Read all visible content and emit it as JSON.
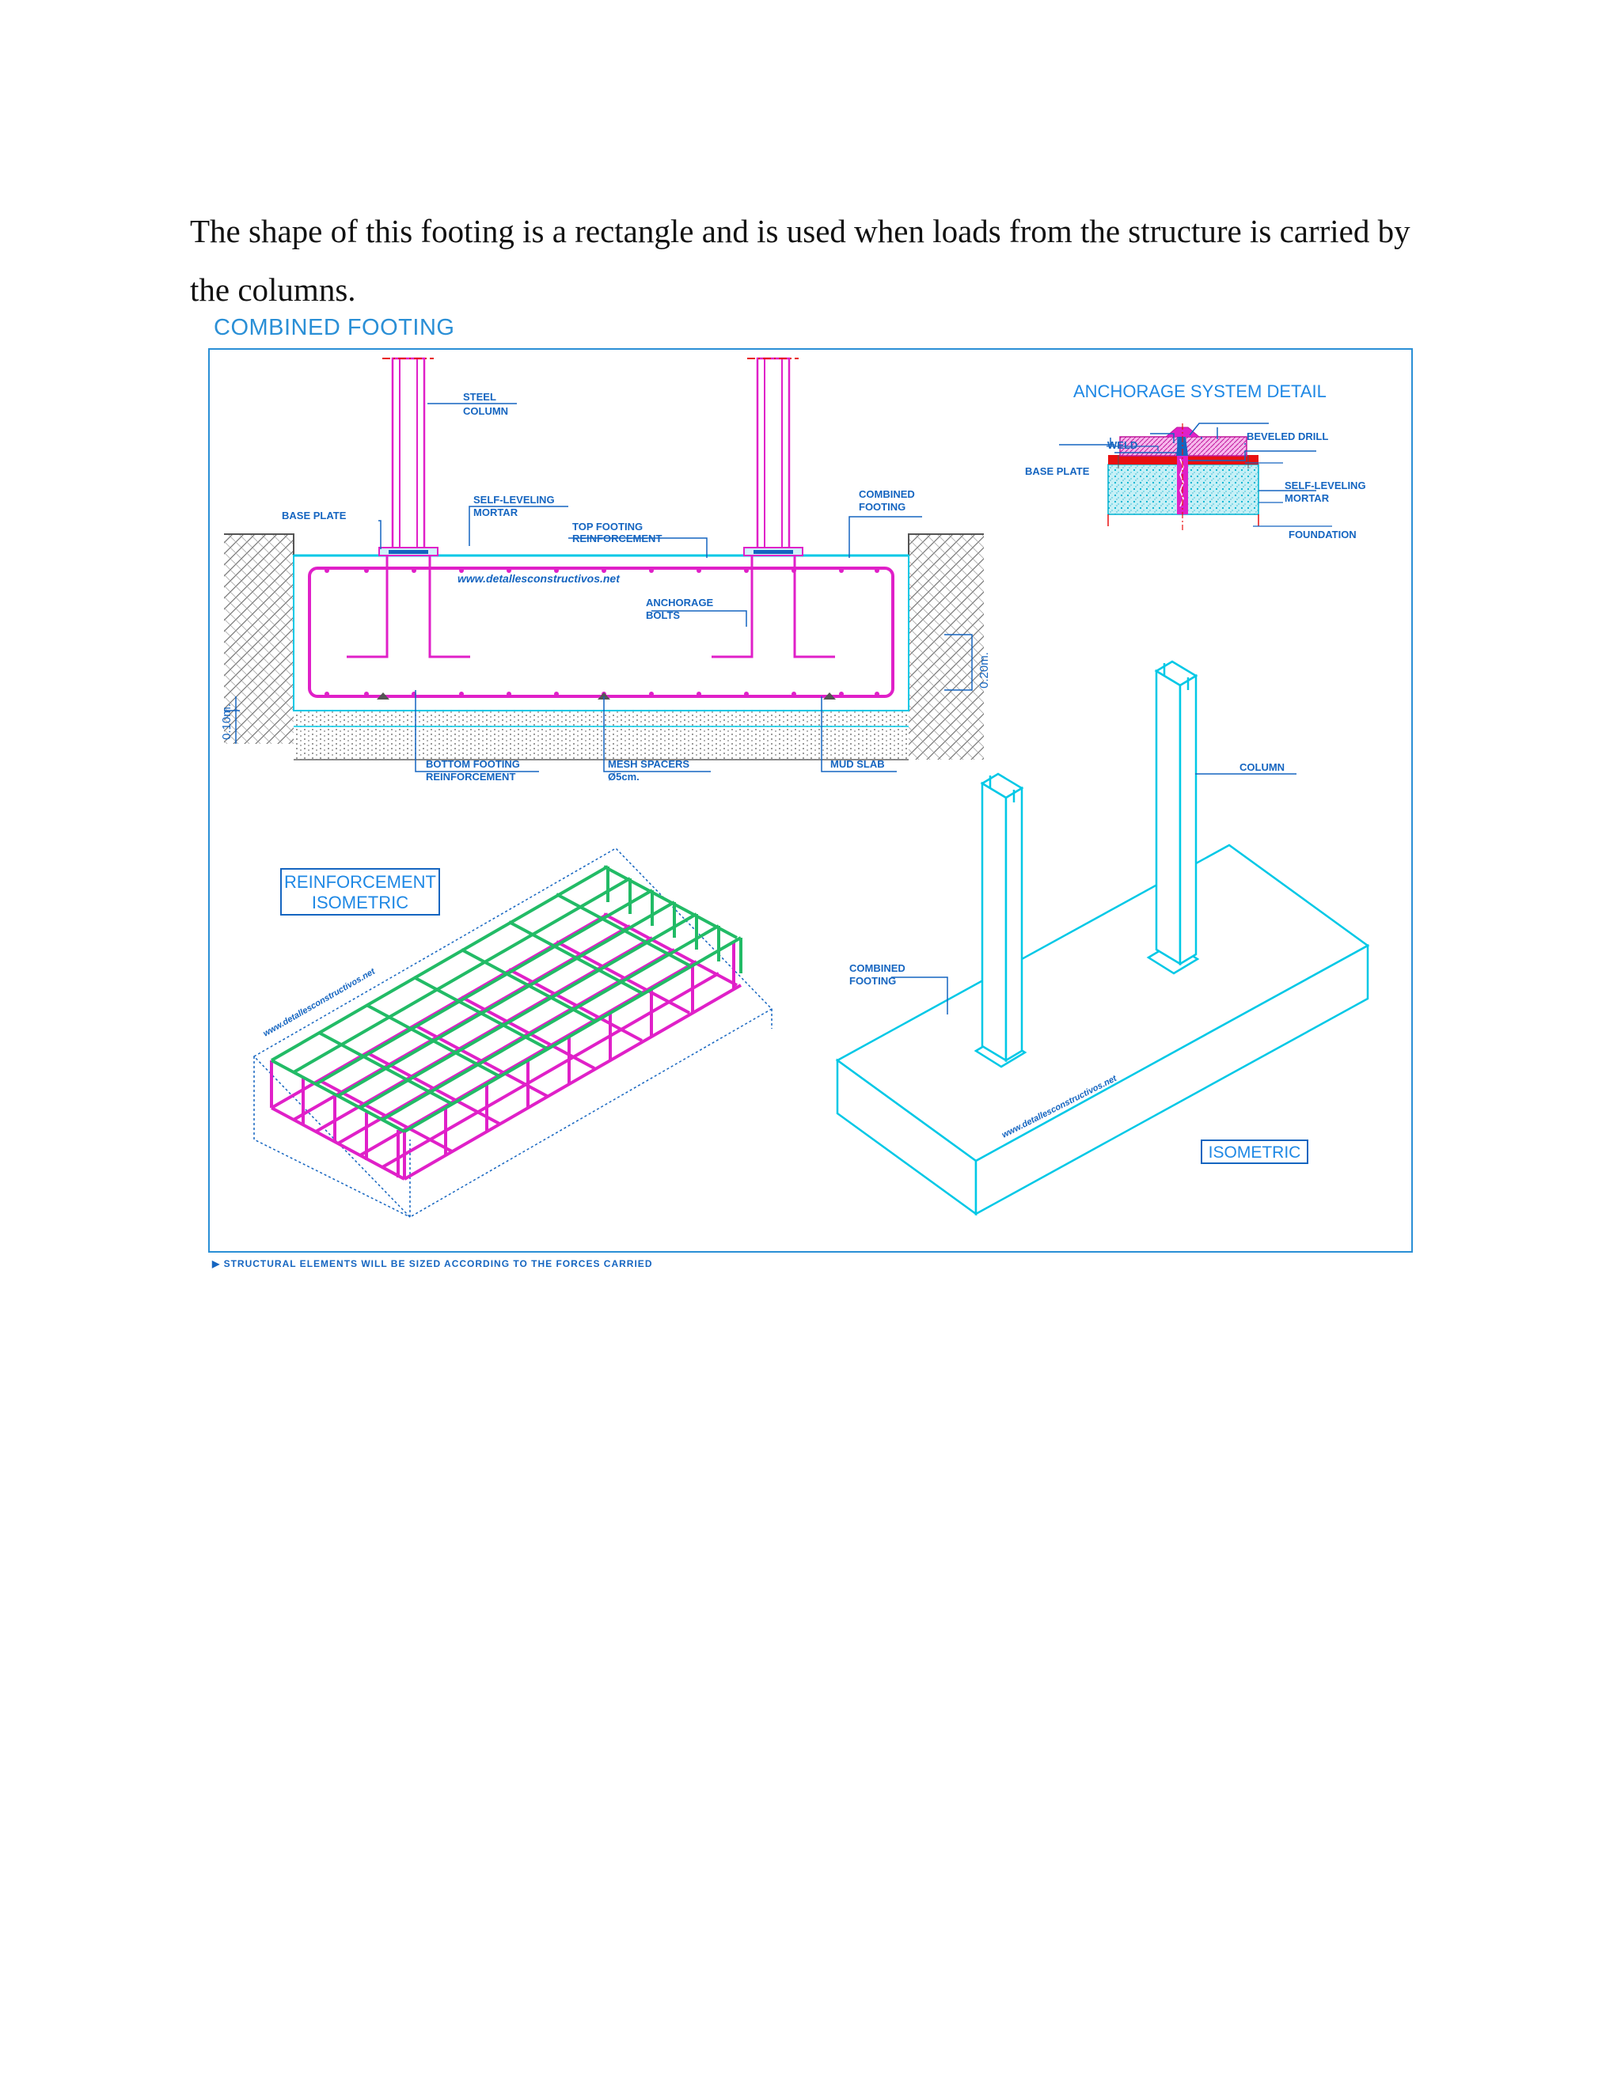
{
  "paragraph": "The shape of this footing is a rectangle and is used when loads from the structure is carried by the columns.",
  "figure": {
    "title": "COMBINED FOOTING",
    "section_labels": {
      "steel_column": [
        "STEEL",
        "COLUMN"
      ],
      "base_plate": "BASE PLATE",
      "self_leveling_mortar": [
        "SELF-LEVELING",
        "MORTAR"
      ],
      "top_footing_reinforcement": [
        "TOP FOOTING",
        "REINFORCEMENT"
      ],
      "combined_footing": [
        "COMBINED",
        "FOOTING"
      ],
      "anchorage_bolts": [
        "ANCHORAGE",
        "BOLTS"
      ],
      "website": "www.detallesconstructivos.net",
      "bottom_footing_reinforcement": [
        "BOTTOM FOOTING",
        "REINFORCEMENT"
      ],
      "mesh_spacers": [
        "MESH SPACERS",
        "Ø5cm."
      ],
      "mud_slab": "MUD SLAB",
      "dim_010": "0.10m.",
      "dim_020": "0.20m."
    },
    "anchorage": {
      "title": "ANCHORAGE SYSTEM DETAIL",
      "weld": "WELD",
      "beveled_drill": "BEVELED DRILL",
      "base_plate": "BASE PLATE",
      "self_leveling_mortar": [
        "SELF-LEVELING",
        "MORTAR"
      ],
      "foundation": "FOUNDATION"
    },
    "reinforcement_iso": {
      "title": [
        "REINFORCEMENT",
        "ISOMETRIC"
      ],
      "website": "www.detallesconstructivos.net"
    },
    "isometric": {
      "column": "COLUMN",
      "combined_footing": [
        "COMBINED",
        "FOOTING"
      ],
      "title": "ISOMETRIC",
      "website": "www.detallesconstructivos.net"
    },
    "footer_note": "STRUCTURAL ELEMENTS WILL BE SIZED ACCORDING TO THE FORCES CARRIED"
  },
  "colors": {
    "cyan": "#00c8e6",
    "magenta": "#e020c8",
    "green": "#22bb66",
    "blue": "#1565c0",
    "red": "#e81010"
  }
}
